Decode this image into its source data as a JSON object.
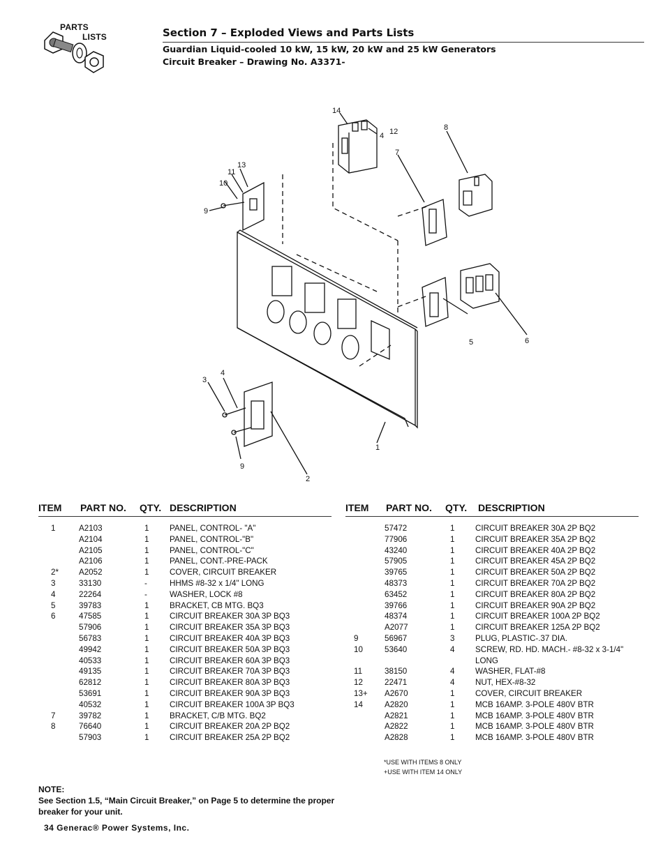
{
  "logo": {
    "line1": "PARTS",
    "line2": "LISTS"
  },
  "header": {
    "section": "Section 7 – Exploded Views and Parts Lists",
    "subtitle": "Guardian Liquid-cooled 10 kW, 15 kW, 20 kW and 25 kW Generators",
    "drawing": "Circuit Breaker – Drawing No. A3371-"
  },
  "diagram": {
    "callouts": [
      "14",
      "4",
      "12",
      "8",
      "7",
      "13",
      "11",
      "10",
      "9",
      "5",
      "6",
      "3",
      "4",
      "9",
      "2",
      "1"
    ]
  },
  "columns": {
    "item": "ITEM",
    "part": "PART NO.",
    "qty": "QTY.",
    "desc": "DESCRIPTION"
  },
  "left_rows": [
    {
      "item": "1",
      "part": "A2103",
      "qty": "1",
      "desc": "PANEL, CONTROL- \"A\""
    },
    {
      "item": "",
      "part": "A2104",
      "qty": "1",
      "desc": "PANEL, CONTROL-\"B\""
    },
    {
      "item": "",
      "part": "A2105",
      "qty": "1",
      "desc": "PANEL, CONTROL-\"C\""
    },
    {
      "item": "",
      "part": "A2106",
      "qty": "1",
      "desc": "PANEL, CONT.-PRE-PACK"
    },
    {
      "item": "2*",
      "part": "A2052",
      "qty": "1",
      "desc": "COVER, CIRCUIT BREAKER"
    },
    {
      "item": "3",
      "part": "33130",
      "qty": "-",
      "desc": "HHMS #8-32 x 1/4\" LONG"
    },
    {
      "item": "4",
      "part": "22264",
      "qty": "-",
      "desc": "WASHER, LOCK #8"
    },
    {
      "item": "5",
      "part": "39783",
      "qty": "1",
      "desc": "BRACKET, CB MTG. BQ3"
    },
    {
      "item": "6",
      "part": "47585",
      "qty": "1",
      "desc": "CIRCUIT BREAKER 30A 3P BQ3"
    },
    {
      "item": "",
      "part": "57906",
      "qty": "1",
      "desc": "CIRCUIT BREAKER 35A 3P BQ3"
    },
    {
      "item": "",
      "part": "56783",
      "qty": "1",
      "desc": "CIRCUIT BREAKER 40A 3P BQ3"
    },
    {
      "item": "",
      "part": "49942",
      "qty": "1",
      "desc": "CIRCUIT BREAKER 50A 3P BQ3"
    },
    {
      "item": "",
      "part": "40533",
      "qty": "1",
      "desc": "CIRCUIT BREAKER 60A 3P BQ3"
    },
    {
      "item": "",
      "part": "49135",
      "qty": "1",
      "desc": "CIRCUIT BREAKER 70A 3P BQ3"
    },
    {
      "item": "",
      "part": "62812",
      "qty": "1",
      "desc": "CIRCUIT BREAKER 80A 3P BQ3"
    },
    {
      "item": "",
      "part": "53691",
      "qty": "1",
      "desc": "CIRCUIT BREAKER 90A 3P BQ3"
    },
    {
      "item": "",
      "part": "40532",
      "qty": "1",
      "desc": "CIRCUIT BREAKER 100A 3P BQ3"
    },
    {
      "item": "7",
      "part": "39782",
      "qty": "1",
      "desc": "BRACKET, C/B MTG. BQ2"
    },
    {
      "item": "8",
      "part": "76640",
      "qty": "1",
      "desc": "CIRCUIT BREAKER 20A 2P BQ2"
    },
    {
      "item": "",
      "part": "57903",
      "qty": "1",
      "desc": "CIRCUIT BREAKER 25A 2P BQ2"
    }
  ],
  "right_rows": [
    {
      "item": "",
      "part": "57472",
      "qty": "1",
      "desc": "CIRCUIT BREAKER 30A 2P BQ2"
    },
    {
      "item": "",
      "part": "77906",
      "qty": "1",
      "desc": "CIRCUIT BREAKER 35A 2P BQ2"
    },
    {
      "item": "",
      "part": "43240",
      "qty": "1",
      "desc": "CIRCUIT BREAKER 40A 2P BQ2"
    },
    {
      "item": "",
      "part": "57905",
      "qty": "1",
      "desc": "CIRCUIT BREAKER 45A 2P BQ2"
    },
    {
      "item": "",
      "part": "39765",
      "qty": "1",
      "desc": "CIRCUIT BREAKER 50A 2P BQ2"
    },
    {
      "item": "",
      "part": "48373",
      "qty": "1",
      "desc": "CIRCUIT BREAKER 70A 2P BQ2"
    },
    {
      "item": "",
      "part": "63452",
      "qty": "1",
      "desc": "CIRCUIT BREAKER 80A 2P BQ2"
    },
    {
      "item": "",
      "part": "39766",
      "qty": "1",
      "desc": "CIRCUIT BREAKER 90A 2P BQ2"
    },
    {
      "item": "",
      "part": "48374",
      "qty": "1",
      "desc": "CIRCUIT BREAKER 100A 2P BQ2"
    },
    {
      "item": "",
      "part": "A2077",
      "qty": "1",
      "desc": "CIRCUIT BREAKER 125A 2P BQ2"
    },
    {
      "item": "9",
      "part": "56967",
      "qty": "3",
      "desc": "PLUG, PLASTIC-.37 DIA."
    },
    {
      "item": "10",
      "part": "53640",
      "qty": "4",
      "desc": "SCREW, RD. HD. MACH.- #8-32 x 3-1/4\""
    },
    {
      "item": "",
      "part": "",
      "qty": "",
      "desc": "LONG"
    },
    {
      "item": "11",
      "part": "38150",
      "qty": "4",
      "desc": "WASHER, FLAT-#8"
    },
    {
      "item": "12",
      "part": "22471",
      "qty": "4",
      "desc": "NUT, HEX-#8-32"
    },
    {
      "item": "13+",
      "part": "A2670",
      "qty": "1",
      "desc": "COVER, CIRCUIT BREAKER"
    },
    {
      "item": "14",
      "part": "A2820",
      "qty": "1",
      "desc": "MCB 16AMP. 3-POLE 480V BTR"
    },
    {
      "item": "",
      "part": "A2821",
      "qty": "1",
      "desc": "MCB 16AMP. 3-POLE 480V BTR"
    },
    {
      "item": "",
      "part": "A2822",
      "qty": "1",
      "desc": "MCB 16AMP. 3-POLE 480V BTR"
    },
    {
      "item": "",
      "part": "A2828",
      "qty": "1",
      "desc": "MCB 16AMP. 3-POLE 480V BTR"
    }
  ],
  "footnotes": [
    "*USE WITH ITEMS 8 ONLY",
    "+USE WITH ITEM 14 ONLY"
  ],
  "note": {
    "title": "NOTE:",
    "text": "See Section 1.5, “Main Circuit Breaker,” on Page 5 to determine the proper breaker for your unit."
  },
  "page_footer": "34  Generac® Power Systems, Inc."
}
